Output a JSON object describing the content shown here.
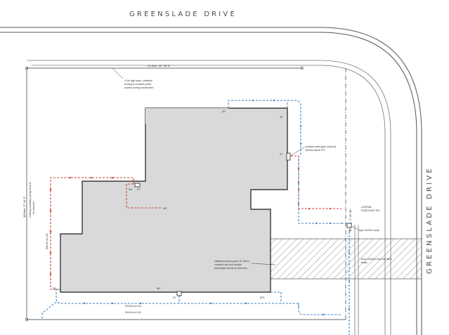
{
  "streets": {
    "top": "GREENSLADE DRIVE",
    "right": "GREENSLADE DRIVE"
  },
  "dimensions": {
    "top_boundary": "21.40m, 92° 35' 0\"",
    "left_boundary": "18.84m, 2° 24' 0\"",
    "right_boundary": "18.56m, 2° 25' 50\""
  },
  "notes": {
    "fence_line1": "2.0m high temp. chainlink",
    "fence_line2": "fencing to exclude public",
    "fence_line3": "access during construction",
    "gully_line1": "overflow relief gully, finish lid",
    "gully_line2": "150mm below FFL",
    "lateral_line1": "LATERAL",
    "lateral_line2": "POSITIONS TBC",
    "sump": "type 1A/23C sump",
    "pad_line1": "stabilised access pad, 40-70mm",
    "pad_line2": "crushed rock and confine",
    "pad_line3": "authorised access to this area",
    "kerb_line1": "form crushed rock over kerb",
    "kerb_line2": "kerbs",
    "left_fence_line1": "existing boundary paling fence to",
    "left_fence_line2": "be retained",
    "dn_left": "DN100 at 1:60",
    "dn_bottom1": "DN100 at 1:60",
    "dn_bottom2": "DN100 at 1:60"
  },
  "labels": {
    "dp_top": "DP",
    "sp_top": "SP",
    "st_right": "ST",
    "mv": "MV",
    "st_mid": "ST",
    "wc": "WC",
    "dp_left": "DP",
    "wc_bottom": "WC",
    "st_bottom": "ST",
    "dp_bottom": "DP1"
  },
  "colors": {
    "building_fill": "#d9d9d9",
    "outline": "#1a1a1a",
    "sewer": "#d4403a",
    "stormwater": "#3b82c4",
    "road_edge": "#555555",
    "hatch": "#666666"
  }
}
